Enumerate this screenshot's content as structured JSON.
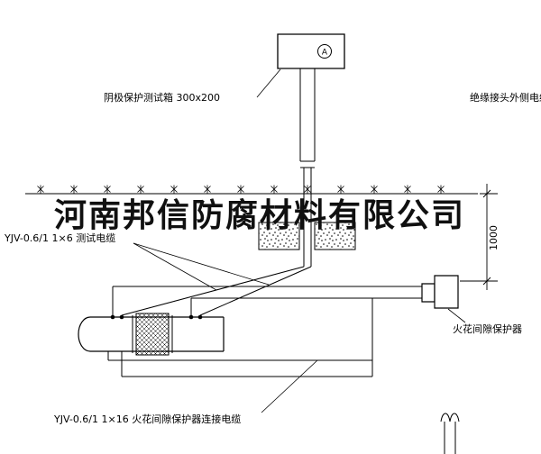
{
  "drawing": {
    "test_box": {
      "label": "阴极保护测试箱 300x200",
      "meter": "A"
    },
    "right_cable_label": "绝缘接头外侧电缆",
    "test_cable_label": "YJV-0.6/1  1×6  测试电缆",
    "spark_cable_label": "YJV-0.6/1  1×16  火花间隙保护器连接电缆",
    "spark_protector_label": "火花间隙保护器",
    "dimension": "1000"
  },
  "watermark": {
    "text": "河南邦信防腐材料有限公司"
  },
  "colors": {
    "line": "#000000",
    "background": "#ffffff",
    "watermark": "#101010"
  }
}
